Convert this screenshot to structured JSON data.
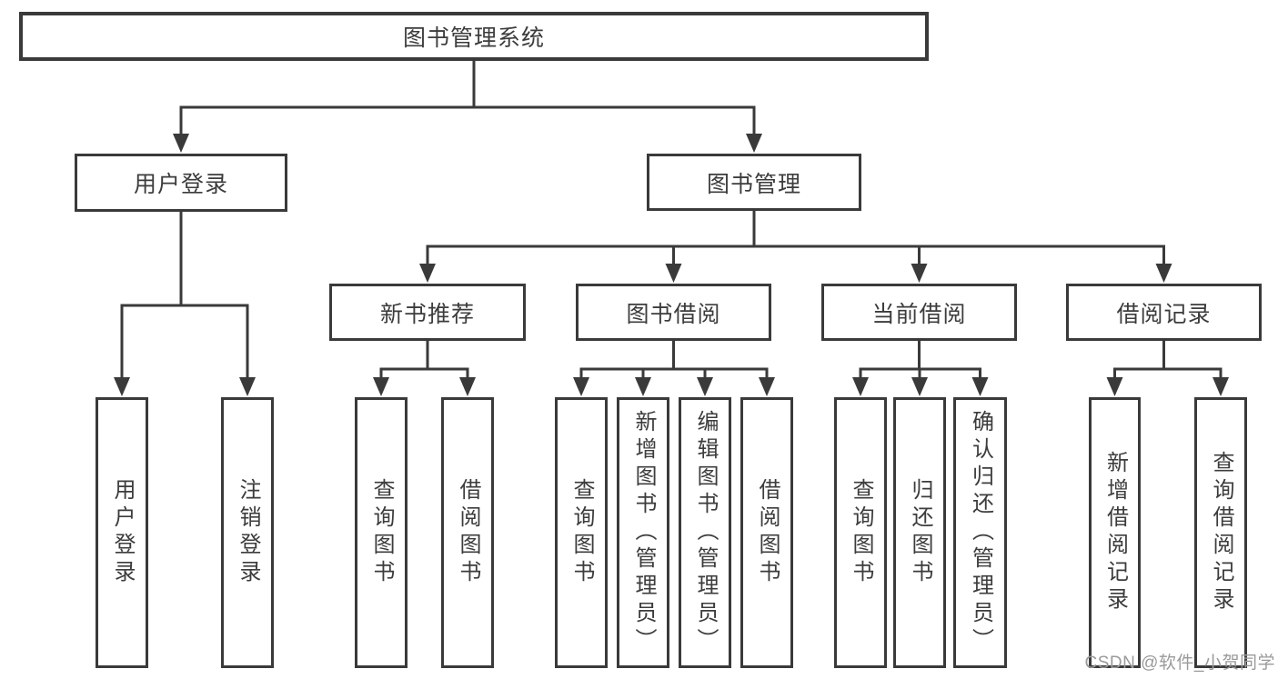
{
  "diagram": {
    "nodes": [
      {
        "id": "root",
        "label": "图书管理系统",
        "parent": null
      },
      {
        "id": "user-login",
        "label": "用户登录",
        "parent": "root"
      },
      {
        "id": "book-mgmt",
        "label": "图书管理",
        "parent": "root"
      },
      {
        "id": "new-rec",
        "label": "新书推荐",
        "parent": "book-mgmt"
      },
      {
        "id": "book-borrow",
        "label": "图书借阅",
        "parent": "book-mgmt"
      },
      {
        "id": "current-borrow",
        "label": "当前借阅",
        "parent": "book-mgmt"
      },
      {
        "id": "borrow-record",
        "label": "借阅记录",
        "parent": "book-mgmt"
      },
      {
        "id": "ul-user-login",
        "label": "用户登录",
        "parent": "user-login"
      },
      {
        "id": "ul-logout",
        "label": "注销登录",
        "parent": "user-login"
      },
      {
        "id": "nr-query",
        "label": "查询图书",
        "parent": "new-rec"
      },
      {
        "id": "nr-borrow",
        "label": "借阅图书",
        "parent": "new-rec"
      },
      {
        "id": "bb-query",
        "label": "查询图书",
        "parent": "book-borrow"
      },
      {
        "id": "bb-add",
        "label": "新增图书（管理员）",
        "parent": "book-borrow"
      },
      {
        "id": "bb-edit",
        "label": "编辑图书（管理员）",
        "parent": "book-borrow"
      },
      {
        "id": "bb-borrow",
        "label": "借阅图书",
        "parent": "book-borrow"
      },
      {
        "id": "cb-query",
        "label": "查询图书",
        "parent": "current-borrow"
      },
      {
        "id": "cb-return",
        "label": "归还图书",
        "parent": "current-borrow"
      },
      {
        "id": "cb-confirm",
        "label": "确认归还（管理员）",
        "parent": "current-borrow"
      },
      {
        "id": "br-add",
        "label": "新增借阅记录",
        "parent": "borrow-record"
      },
      {
        "id": "br-query",
        "label": "查询借阅记录",
        "parent": "borrow-record"
      }
    ]
  },
  "watermark": "CSDN @软件_小贺同学",
  "colors": {
    "line": "#3a3a3a",
    "text": "#3c3c3c",
    "watermark": "#9a9a9a",
    "background": "#ffffff"
  }
}
